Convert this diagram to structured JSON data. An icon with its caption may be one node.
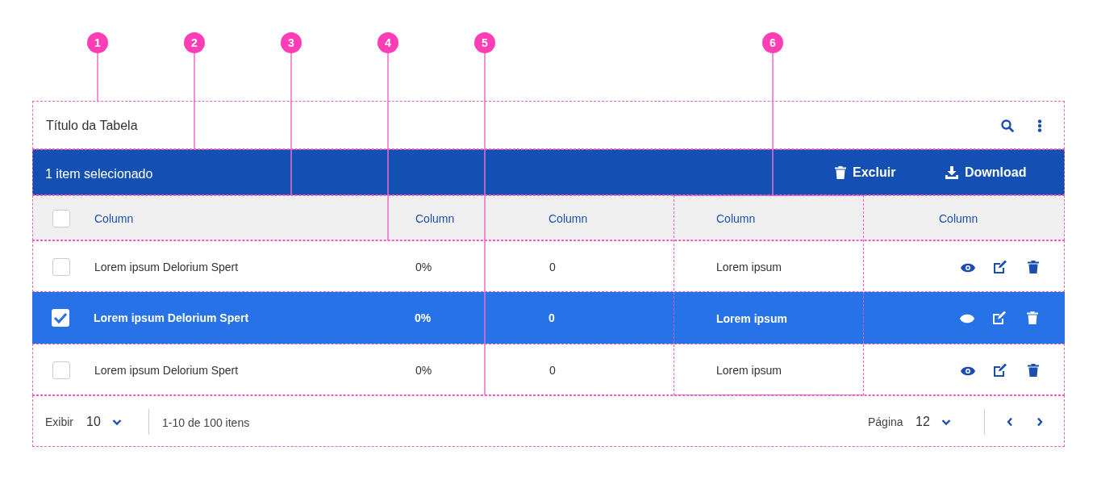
{
  "diagram": {
    "nodes": [
      {
        "text": [
          "Título da Tabela"
        ]
      },
      {
        "text": [
          "1 item selecionado",
          "Excluir",
          "Download"
        ]
      },
      {
        "text": [
          "Column",
          "Column",
          "Column",
          "Column"
        ]
      },
      {
        "text": [
          "Lorem ipsum Delorium Spert",
          "0%",
          "0"
        ]
      },
      {
        "text": [
          "Lorem ipsum Delorium Spert",
          "0%",
          "0"
        ]
      },
      {
        "text": [
          "Lorem ipsum Delorium Spert",
          "0%",
          "0"
        ]
      },
      {
        "text": [
          "Exibir",
          "10",
          "1-10 de 100 itens",
          "Página",
          "12"
        ]
      },
      {
        "text": [
          "Column",
          "Lorem ipsum",
          "Lorem ipsum",
          "Lorem ipsum"
        ]
      },
      {
        "text": [
          "1"
        ]
      },
      {
        "text": [
          "2"
        ]
      },
      {
        "text": [
          "3"
        ]
      },
      {
        "text": [
          "4"
        ]
      },
      {
        "text": [
          "5"
        ]
      },
      {
        "text": [
          "6"
        ]
      }
    ],
    "edges": [
      {
        "from": 8,
        "to": 0,
        "arrow": "none"
      },
      {
        "from": 9,
        "to": 1,
        "arrow": "none"
      },
      {
        "from": 10,
        "to": 2,
        "arrow": "none"
      },
      {
        "from": 11,
        "to": 3,
        "arrow": "none"
      },
      {
        "from": 12,
        "to": 6,
        "arrow": "none"
      },
      {
        "from": 13,
        "to": 7,
        "arrow": "none"
      }
    ]
  }
}
